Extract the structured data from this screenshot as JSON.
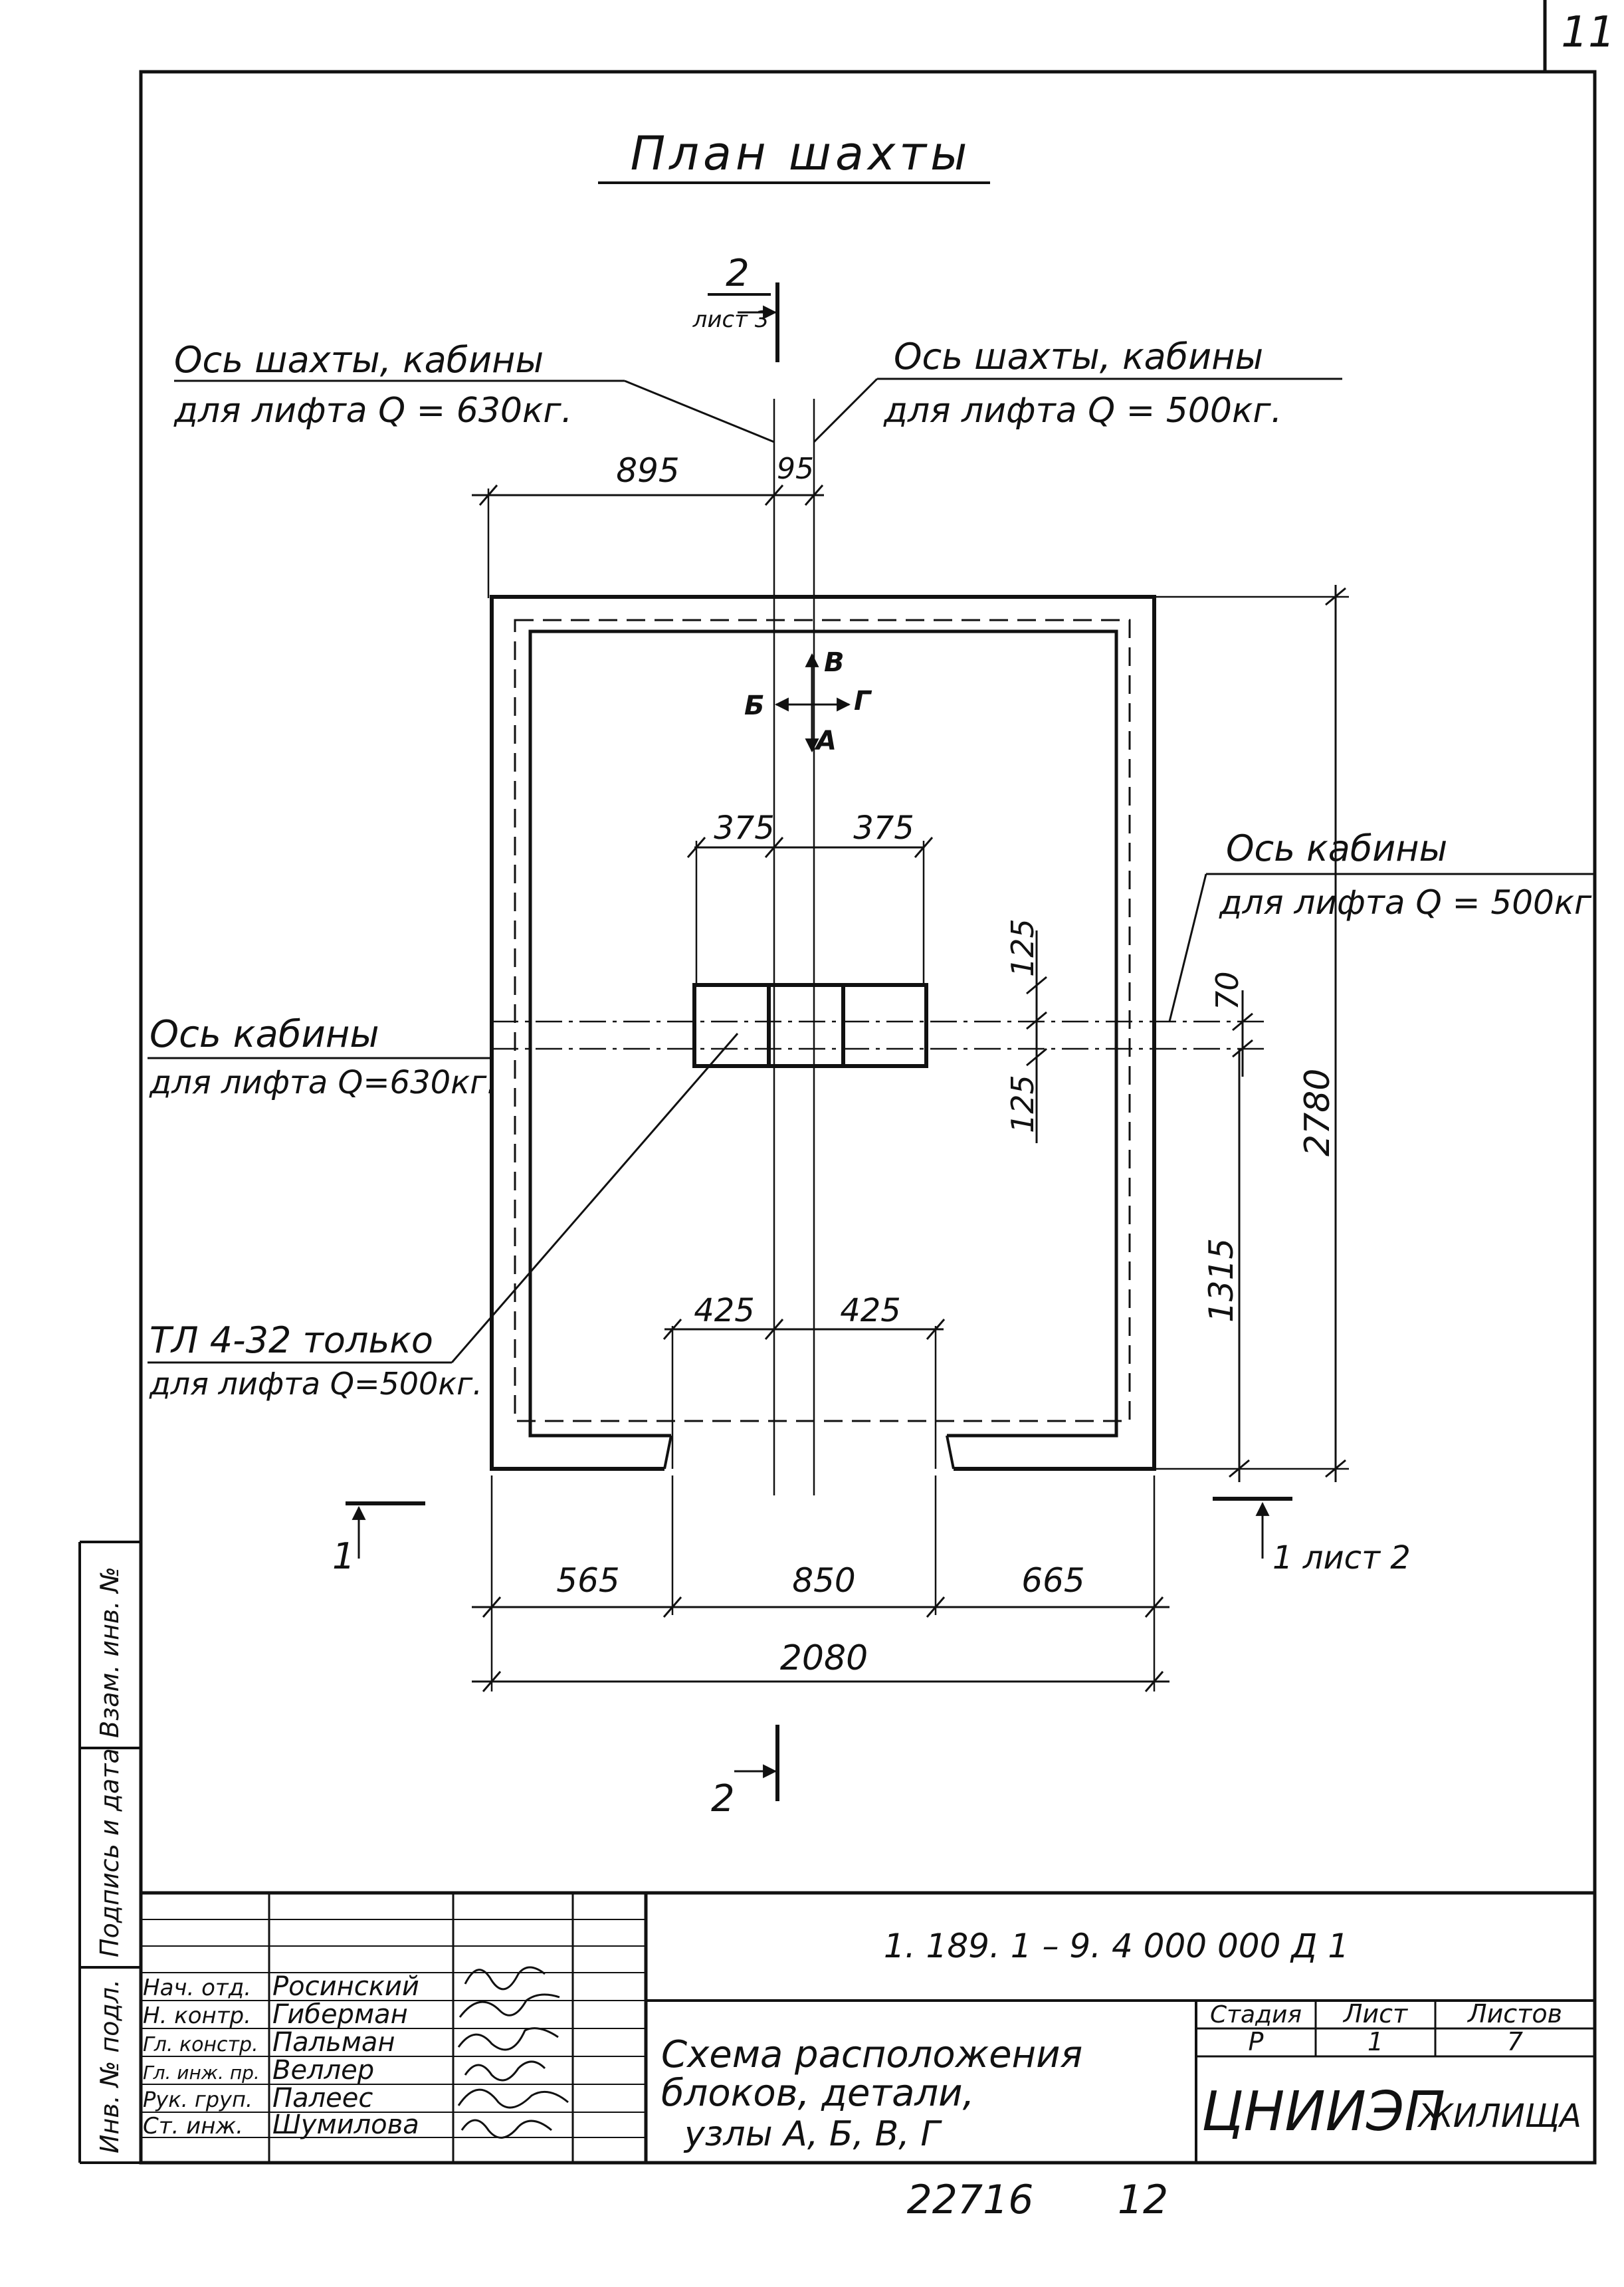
{
  "sheet_corner_number": "11",
  "title": "План шахты",
  "section_top": {
    "number": "2",
    "sheet_ref": "лист 3"
  },
  "section_bottom": {
    "number": "2"
  },
  "section_left": {
    "number": "1"
  },
  "section_right": {
    "label": "1 лист 2"
  },
  "callouts": {
    "shaft_axis_630": {
      "line1": "Ось шахты, кабины",
      "line2": "для лифта Q = 630кг."
    },
    "shaft_axis_500": {
      "line1": "Ось шахты, кабины",
      "line2": "для лифта Q = 500кг."
    },
    "cabin_axis_500": {
      "line1": "Ось   кабины",
      "line2": "для лифта Q = 500кг"
    },
    "cabin_axis_630": {
      "line1": "Ось кабины",
      "line2": "для лифта Q=630кг."
    },
    "tl_note": {
      "line1": "ТЛ 4-32 только",
      "line2": "для лифта Q=500кг."
    }
  },
  "directions": {
    "up": "В",
    "left": "Б",
    "right": "Г",
    "down": "А"
  },
  "dimensions": {
    "top_left": "895",
    "top_offset": "95",
    "block_left": "375",
    "block_right": "375",
    "block_upper": "125",
    "axis_offset": "70",
    "block_lower": "125",
    "total_depth": "2780",
    "to_door": "1315",
    "door_left": "425",
    "door_right": "425",
    "bottom_left": "565",
    "bottom_door": "850",
    "bottom_right": "665",
    "total_width": "2080"
  },
  "side_stamp": [
    "Инв. № подл.",
    "Подпись и дата",
    "Взам. инв. №"
  ],
  "title_block": {
    "doc_code": "1. 189. 1 – 9. 4    000  000  Д 1",
    "roles": [
      {
        "role": "Нач. отд.",
        "name": "Росинский"
      },
      {
        "role": "Н. контр.",
        "name": "Гиберман"
      },
      {
        "role": "Гл. констр.",
        "name": "Пальман"
      },
      {
        "role": "Гл. инж. пр.",
        "name": "Веллер"
      },
      {
        "role": "Рук. груп.",
        "name": "Палеес"
      },
      {
        "role": "Ст. инж.",
        "name": "Шумилова"
      }
    ],
    "description_lines": [
      "Схема расположения",
      "блоков, детали,",
      "узлы  А, Б, В, Г"
    ],
    "stage_header": "Стадия",
    "sheet_header": "Лист",
    "sheets_header": "Листов",
    "stage": "Р",
    "sheet": "1",
    "sheets": "7",
    "organization": "ЦНИИЭП",
    "organization_suffix": "ЖИЛИЩА"
  },
  "footer": {
    "inventory": "22716",
    "format": "12"
  }
}
